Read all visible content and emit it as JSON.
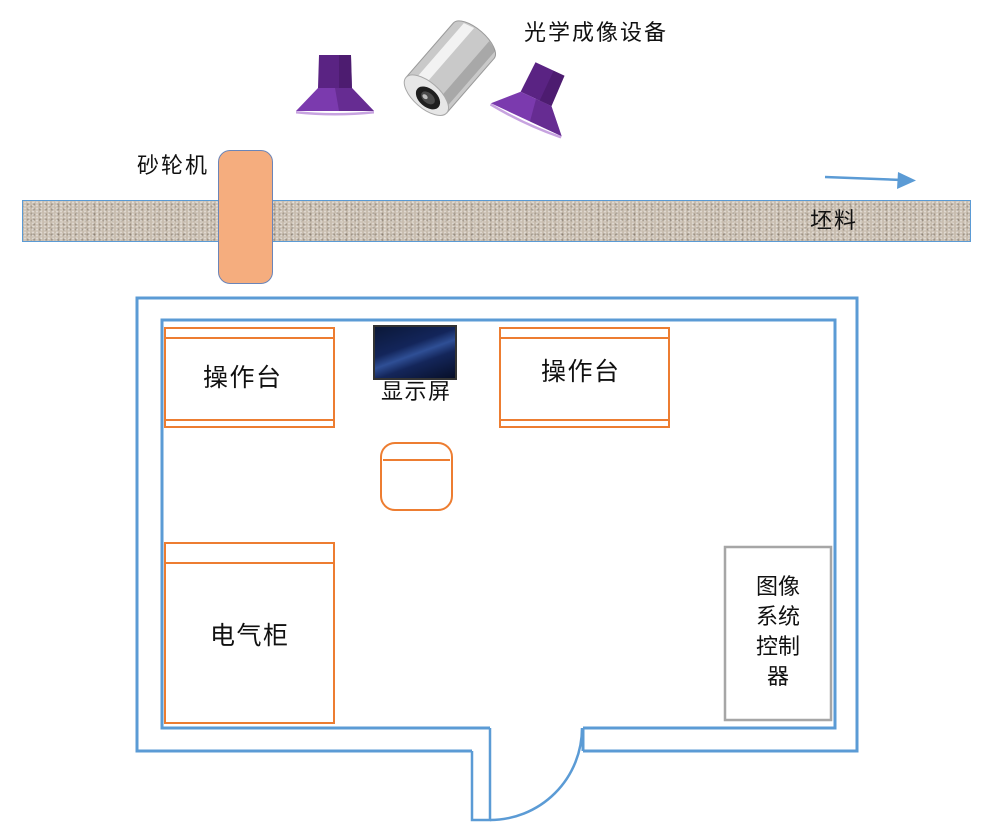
{
  "labels": {
    "imaging_device": "光学成像设备",
    "grinder": "砂轮机",
    "billet": "坯料",
    "console_left": "操作台",
    "display": "显示屏",
    "console_right": "操作台",
    "electrical_cabinet": "电气柜",
    "controller_lines": [
      "图像",
      "系统",
      "控制",
      "器"
    ]
  },
  "icons": {
    "camera": "camera-icon",
    "spotlight_left": "spotlight-icon",
    "spotlight_right": "spotlight-icon",
    "flow_arrow": "arrow-right-icon"
  },
  "colors": {
    "wall": "#5b9bd5",
    "furniture": "#ed7d31",
    "grinder": "#f5ad7e",
    "grinder_outline": "#6b85b8",
    "controller_outline": "#a6a6a6",
    "billet": "#c8bdaf",
    "spotlight": "#7b3aae",
    "screen": "#13255a",
    "text": "#111111"
  }
}
